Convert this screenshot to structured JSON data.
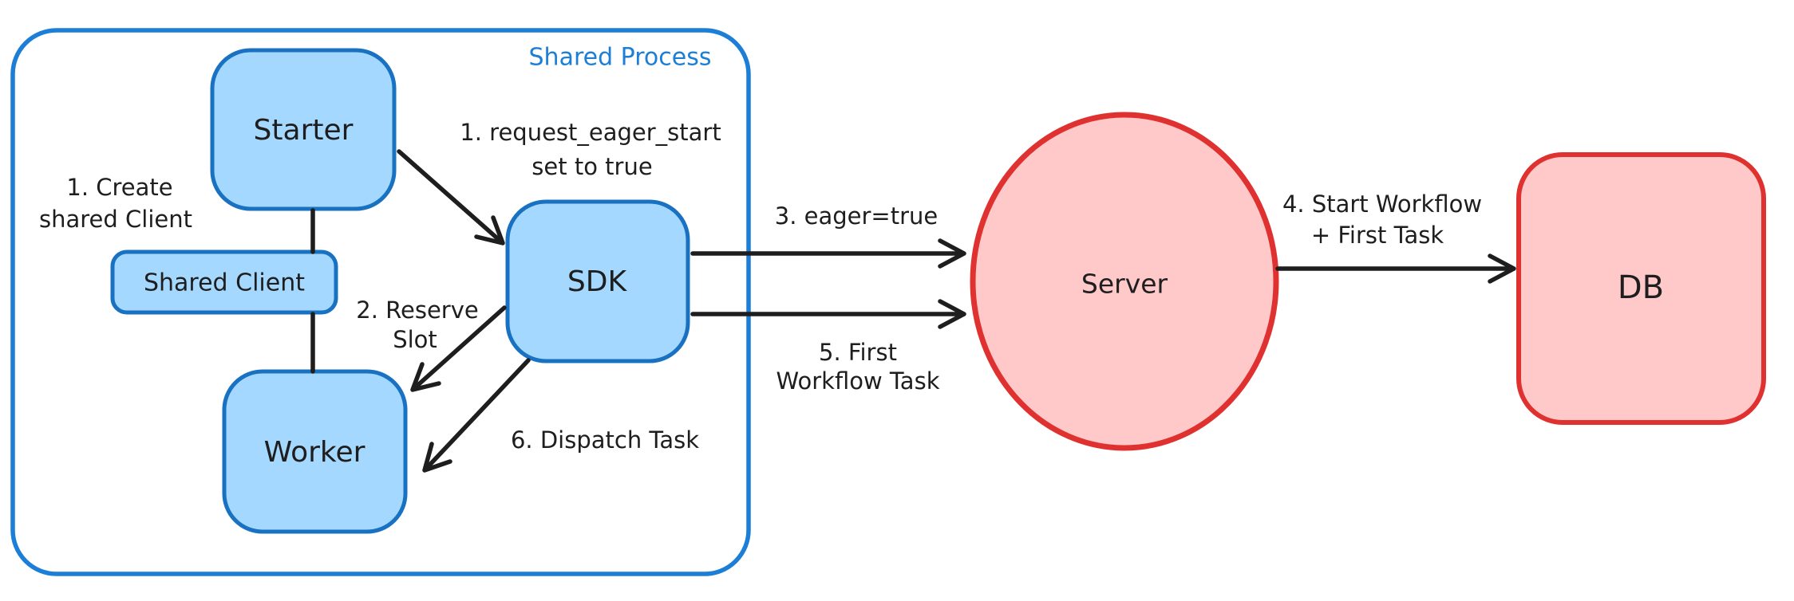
{
  "diagram": {
    "container": {
      "label": "Shared Process"
    },
    "nodes": {
      "starter": {
        "label": "Starter"
      },
      "shared_client": {
        "label": "Shared Client"
      },
      "worker": {
        "label": "Worker"
      },
      "sdk": {
        "label": "SDK"
      },
      "server": {
        "label": "Server"
      },
      "db": {
        "label": "DB"
      }
    },
    "labels": {
      "create_shared_client": {
        "line1": "1. Create",
        "line2": "shared Client"
      },
      "request_eager_start": {
        "line1": "1. request_eager_start",
        "line2": "set to true"
      },
      "reserve_slot": {
        "line1": "2. Reserve",
        "line2": "Slot"
      },
      "eager_true": {
        "line1": "3. eager=true"
      },
      "start_workflow": {
        "line1": "4. Start Workflow",
        "line2": "+ First Task"
      },
      "first_workflow_task": {
        "line1": "5. First",
        "line2": "Workflow Task"
      },
      "dispatch_task": {
        "line1": "6. Dispatch Task"
      }
    }
  },
  "colors": {
    "blue_stroke": "#1c7ed6",
    "blue_node_stroke": "#1971c2",
    "blue_fill": "#a5d8ff",
    "red_stroke": "#e03131",
    "red_fill": "#ffc9c9",
    "ink": "#1e1e1e",
    "background": "#ffffff"
  }
}
